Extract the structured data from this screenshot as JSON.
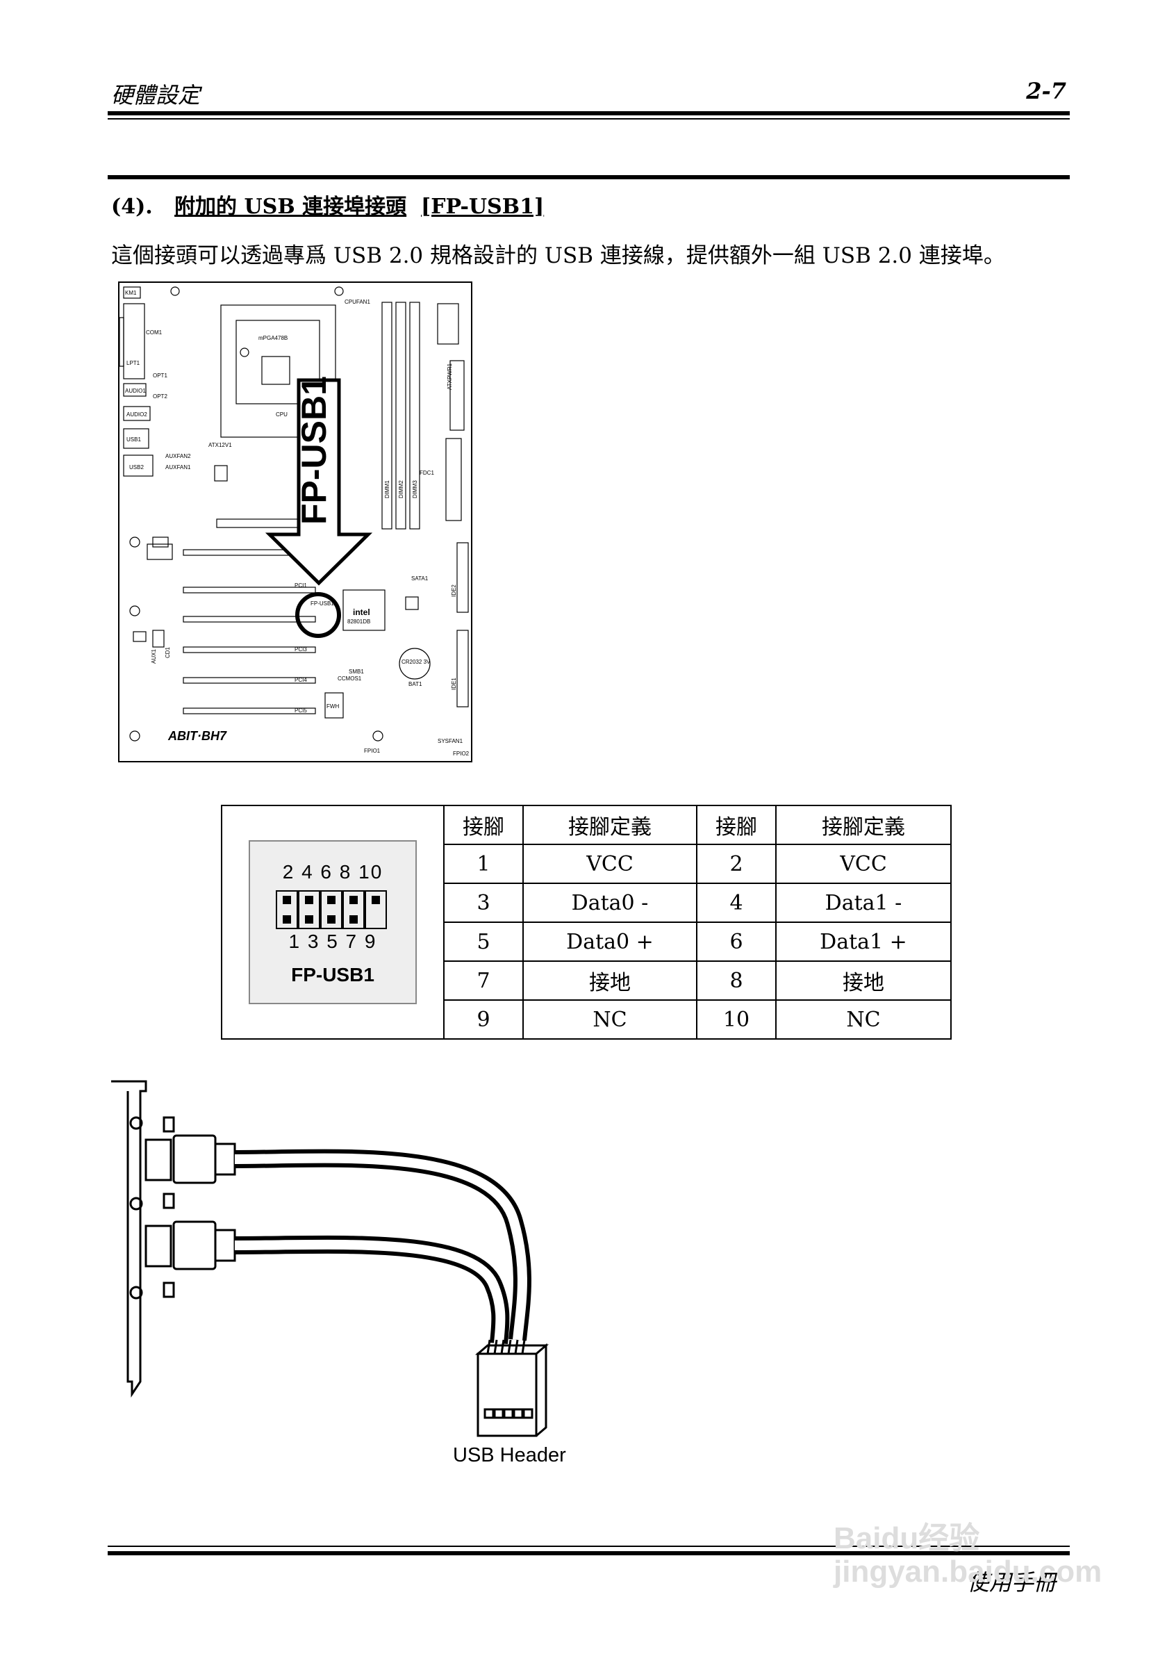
{
  "header": {
    "chapter": "硬體設定",
    "page": "2-7"
  },
  "section": {
    "number": "(4).",
    "title_prefix": "附加的 USB 連接埠接頭",
    "title_code": "[FP-USB1]"
  },
  "intro": "這個接頭可以透過專爲 USB 2.0 規格設計的 USB 連接線，提供額外一組 USB 2.0 連接埠。",
  "board": {
    "callout": "FP-USB1",
    "labels": {
      "km1": "KM1",
      "com1": "COM1",
      "lpt1": "LPT1",
      "opt1": "OPT1",
      "opt2": "OPT2",
      "audio1": "AUDIO1",
      "audio2": "AUDIO2",
      "usb1": "USB1",
      "usb2": "USB2",
      "atx12v1": "ATX12V1",
      "auxfan2": "AUXFAN2",
      "auxfan1": "AUXFAN1",
      "cpu": "CPU",
      "socket": "mPGA478B",
      "cpufan1": "CPUFAN1",
      "atxpwr1": "ATXPWR1",
      "fdc1": "FDC1",
      "sata1": "SATA1",
      "pci1": "PCI1",
      "pci3": "PCI3",
      "pci4": "PCI4",
      "pci5": "PCI5",
      "fpusb1": "FP-USB1",
      "intel": "intel",
      "chip": "82801DB",
      "battery": "CR2032 3V",
      "bat1": "BAT1",
      "ccmos1": "CCMOS1",
      "smb1": "SMB1",
      "fwh": "FWH",
      "aux1": "AUX1",
      "cd1": "CD1",
      "brand": "ABIT·BH7",
      "fpio1": "FPIO1",
      "fpio2": "FPIO2",
      "sysfan1": "SYSFAN1",
      "ide1": "IDE1",
      "ide2": "IDE2",
      "dimm1": "DIMM1",
      "dimm2": "DIMM2",
      "dimm3": "DIMM3"
    }
  },
  "pin_figure": {
    "top": "2 4 6 8 10",
    "bottom": "1 3 5 7 9",
    "label": "FP-USB1"
  },
  "pin_table": {
    "headers": [
      "接腳",
      "接腳定義",
      "接腳",
      "接腳定義"
    ],
    "rows": [
      [
        "1",
        "VCC",
        "2",
        "VCC"
      ],
      [
        "3",
        "Data0 -",
        "4",
        "Data1 -"
      ],
      [
        "5",
        "Data0 +",
        "6",
        "Data1 +"
      ],
      [
        "7",
        "接地",
        "8",
        "接地"
      ],
      [
        "9",
        "NC",
        "10",
        "NC"
      ]
    ]
  },
  "cable_label": "USB Header",
  "footer": "使用手冊",
  "watermark": "Baidu经验 jingyan.baidu.com"
}
